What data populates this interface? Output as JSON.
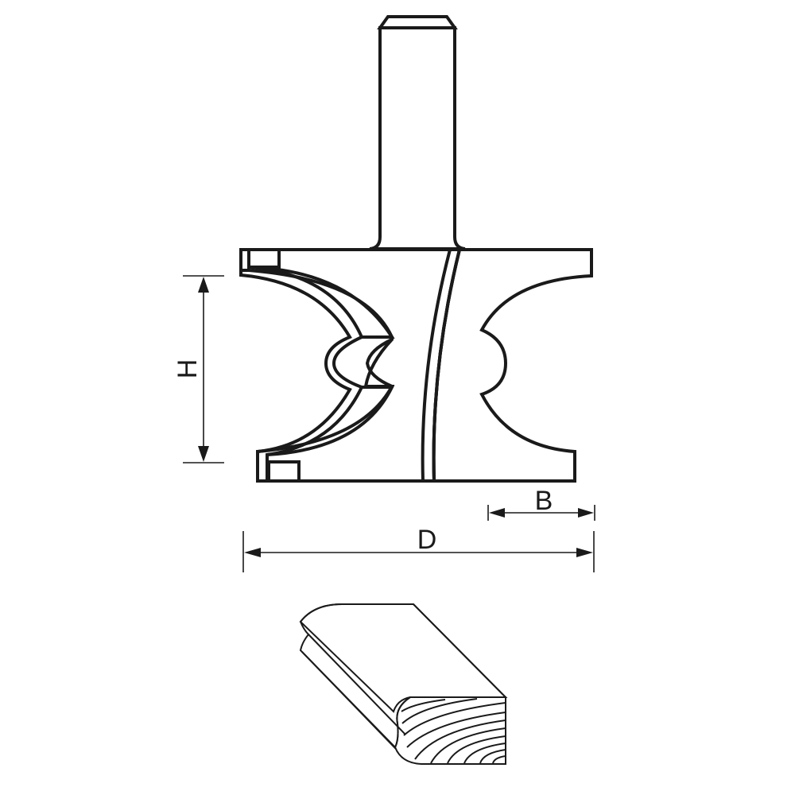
{
  "diagram": {
    "subject": "Router bit with shank, bullnose/bead cutter profile, and resulting moulded wood edge",
    "colors": {
      "outline": "#1a1a1a",
      "cutter_fill": "#c9cacc",
      "background": "#ffffff",
      "shank_dark": "#6e6e70",
      "shank_light": "#f4f4f4"
    },
    "dimensions": {
      "height_label": "H",
      "cutting_width_label": "B",
      "diameter_label": "D"
    }
  }
}
